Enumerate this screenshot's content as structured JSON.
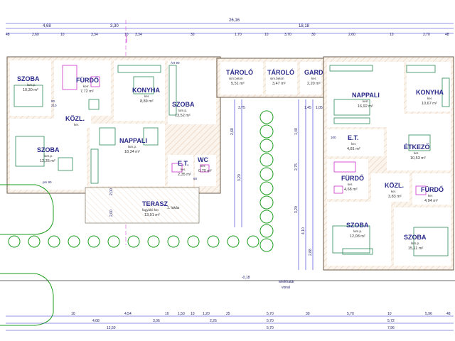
{
  "colors": {
    "wall": "#6b5a48",
    "dim_line": "#2b2bd0",
    "room_label": "#2a2a8a",
    "furniture": "#2e8b57",
    "sanitary": "#cc33cc",
    "tree": "#1e9e1e",
    "car": "#1e9e1e",
    "axis": "#cc33cc"
  },
  "rooms": [
    {
      "id": "szoba-1",
      "name": "SZOBA",
      "sub": "lam.p.",
      "area": "10,30 m²"
    },
    {
      "id": "furdo-1",
      "name": "FÜRDŐ",
      "sub": "kerr.",
      "area": "7,72 m²"
    },
    {
      "id": "konyha-1",
      "name": "KONYHA",
      "sub": "ker.",
      "area": "8,89 m²"
    },
    {
      "id": "szoba-2",
      "name": "SZOBA",
      "sub": "lam.p.",
      "area": "13,52 m²"
    },
    {
      "id": "tarolo-1",
      "name": "TÁROLÓ",
      "sub": "sim.beton",
      "area": "5,51 m²"
    },
    {
      "id": "tarolo-2",
      "name": "TÁROLÓ",
      "sub": "sim.beton",
      "area": "3,47 m²"
    },
    {
      "id": "gard",
      "name": "GARD",
      "sub": "ker.",
      "area": "2,20 m²"
    },
    {
      "id": "kozl-1",
      "name": "KÖZL.",
      "sub": "ker.",
      "area": ""
    },
    {
      "id": "nappali-1",
      "name": "NAPPALI",
      "sub": "lam.p.",
      "area": "18,34 m²"
    },
    {
      "id": "szoba-3",
      "name": "SZOBA",
      "sub": "lam.p.",
      "area": "12,35 m²"
    },
    {
      "id": "et-1",
      "name": "E.T.",
      "sub": "ker.",
      "area": "2,35 m²"
    },
    {
      "id": "wc",
      "name": "WC",
      "sub": "ker.",
      "area": "0,70 m²"
    },
    {
      "id": "terasz",
      "name": "TERASZ",
      "sub": "fagyálló ker.",
      "area": "13,91 m²"
    },
    {
      "id": "nappali-2",
      "name": "NAPPALI",
      "sub": "kerr.",
      "area": "16,92 m²"
    },
    {
      "id": "konyha-2",
      "name": "KONYHA",
      "sub": "ker.",
      "area": "10,67 m²"
    },
    {
      "id": "et-2",
      "name": "E.T.",
      "sub": "ker.",
      "area": "4,81 m²"
    },
    {
      "id": "etkezo",
      "name": "ÉTKEZŐ",
      "sub": "ker.",
      "area": "10,53 m²"
    },
    {
      "id": "furdo-2",
      "name": "FÜRDŐ",
      "sub": "ker.",
      "area": "4,68 m²"
    },
    {
      "id": "kozl-2",
      "name": "KÖZL.",
      "sub": "ker.",
      "area": "3,83 m²"
    },
    {
      "id": "furdo-3",
      "name": "FÜRDŐ",
      "sub": "ker.",
      "area": "4,94 m²"
    },
    {
      "id": "szoba-4",
      "name": "SZOBA",
      "sub": "lam.p.",
      "area": "12,08 m²"
    },
    {
      "id": "szoba-5",
      "name": "SZOBA",
      "sub": "lam.p.",
      "area": "15,11 m²"
    }
  ],
  "labels": {
    "lakas": "1. lakás",
    "telekhatar": "telekhatár",
    "vonal": "vonal",
    "level": "-0,18"
  },
  "dims_top": {
    "overall": "26,16",
    "left_48": "48",
    "row1": [
      "4,68",
      "3,30",
      "18,18"
    ],
    "row2": [
      "2,60",
      "10",
      "3,34",
      "10",
      "3,34",
      "30",
      "1,70",
      "10",
      "3,70",
      "30",
      "2,60",
      "10",
      "2,70",
      "48"
    ]
  },
  "dims_bottom": {
    "row1": [
      "10",
      "4,54",
      "10",
      "1,50",
      "10",
      "1,20",
      "25",
      "5,70",
      "30",
      "5,70",
      "10",
      "5,96",
      "48"
    ],
    "row2": [
      "4,08",
      "3,06",
      "2,26",
      "5,70",
      "5,72"
    ],
    "row3": [
      "12,50",
      "5,70",
      "7,96"
    ]
  },
  "dims_vertical": [
    "1,40",
    "2,75",
    "3,20",
    "4,10",
    "2,88",
    "2,68",
    "3,20",
    "2,00",
    "2,00",
    "3,75",
    "1,45",
    "1,05"
  ],
  "small_dims": [
    "210",
    "90",
    "60",
    "100",
    "ÁH 90",
    "pm 90"
  ]
}
